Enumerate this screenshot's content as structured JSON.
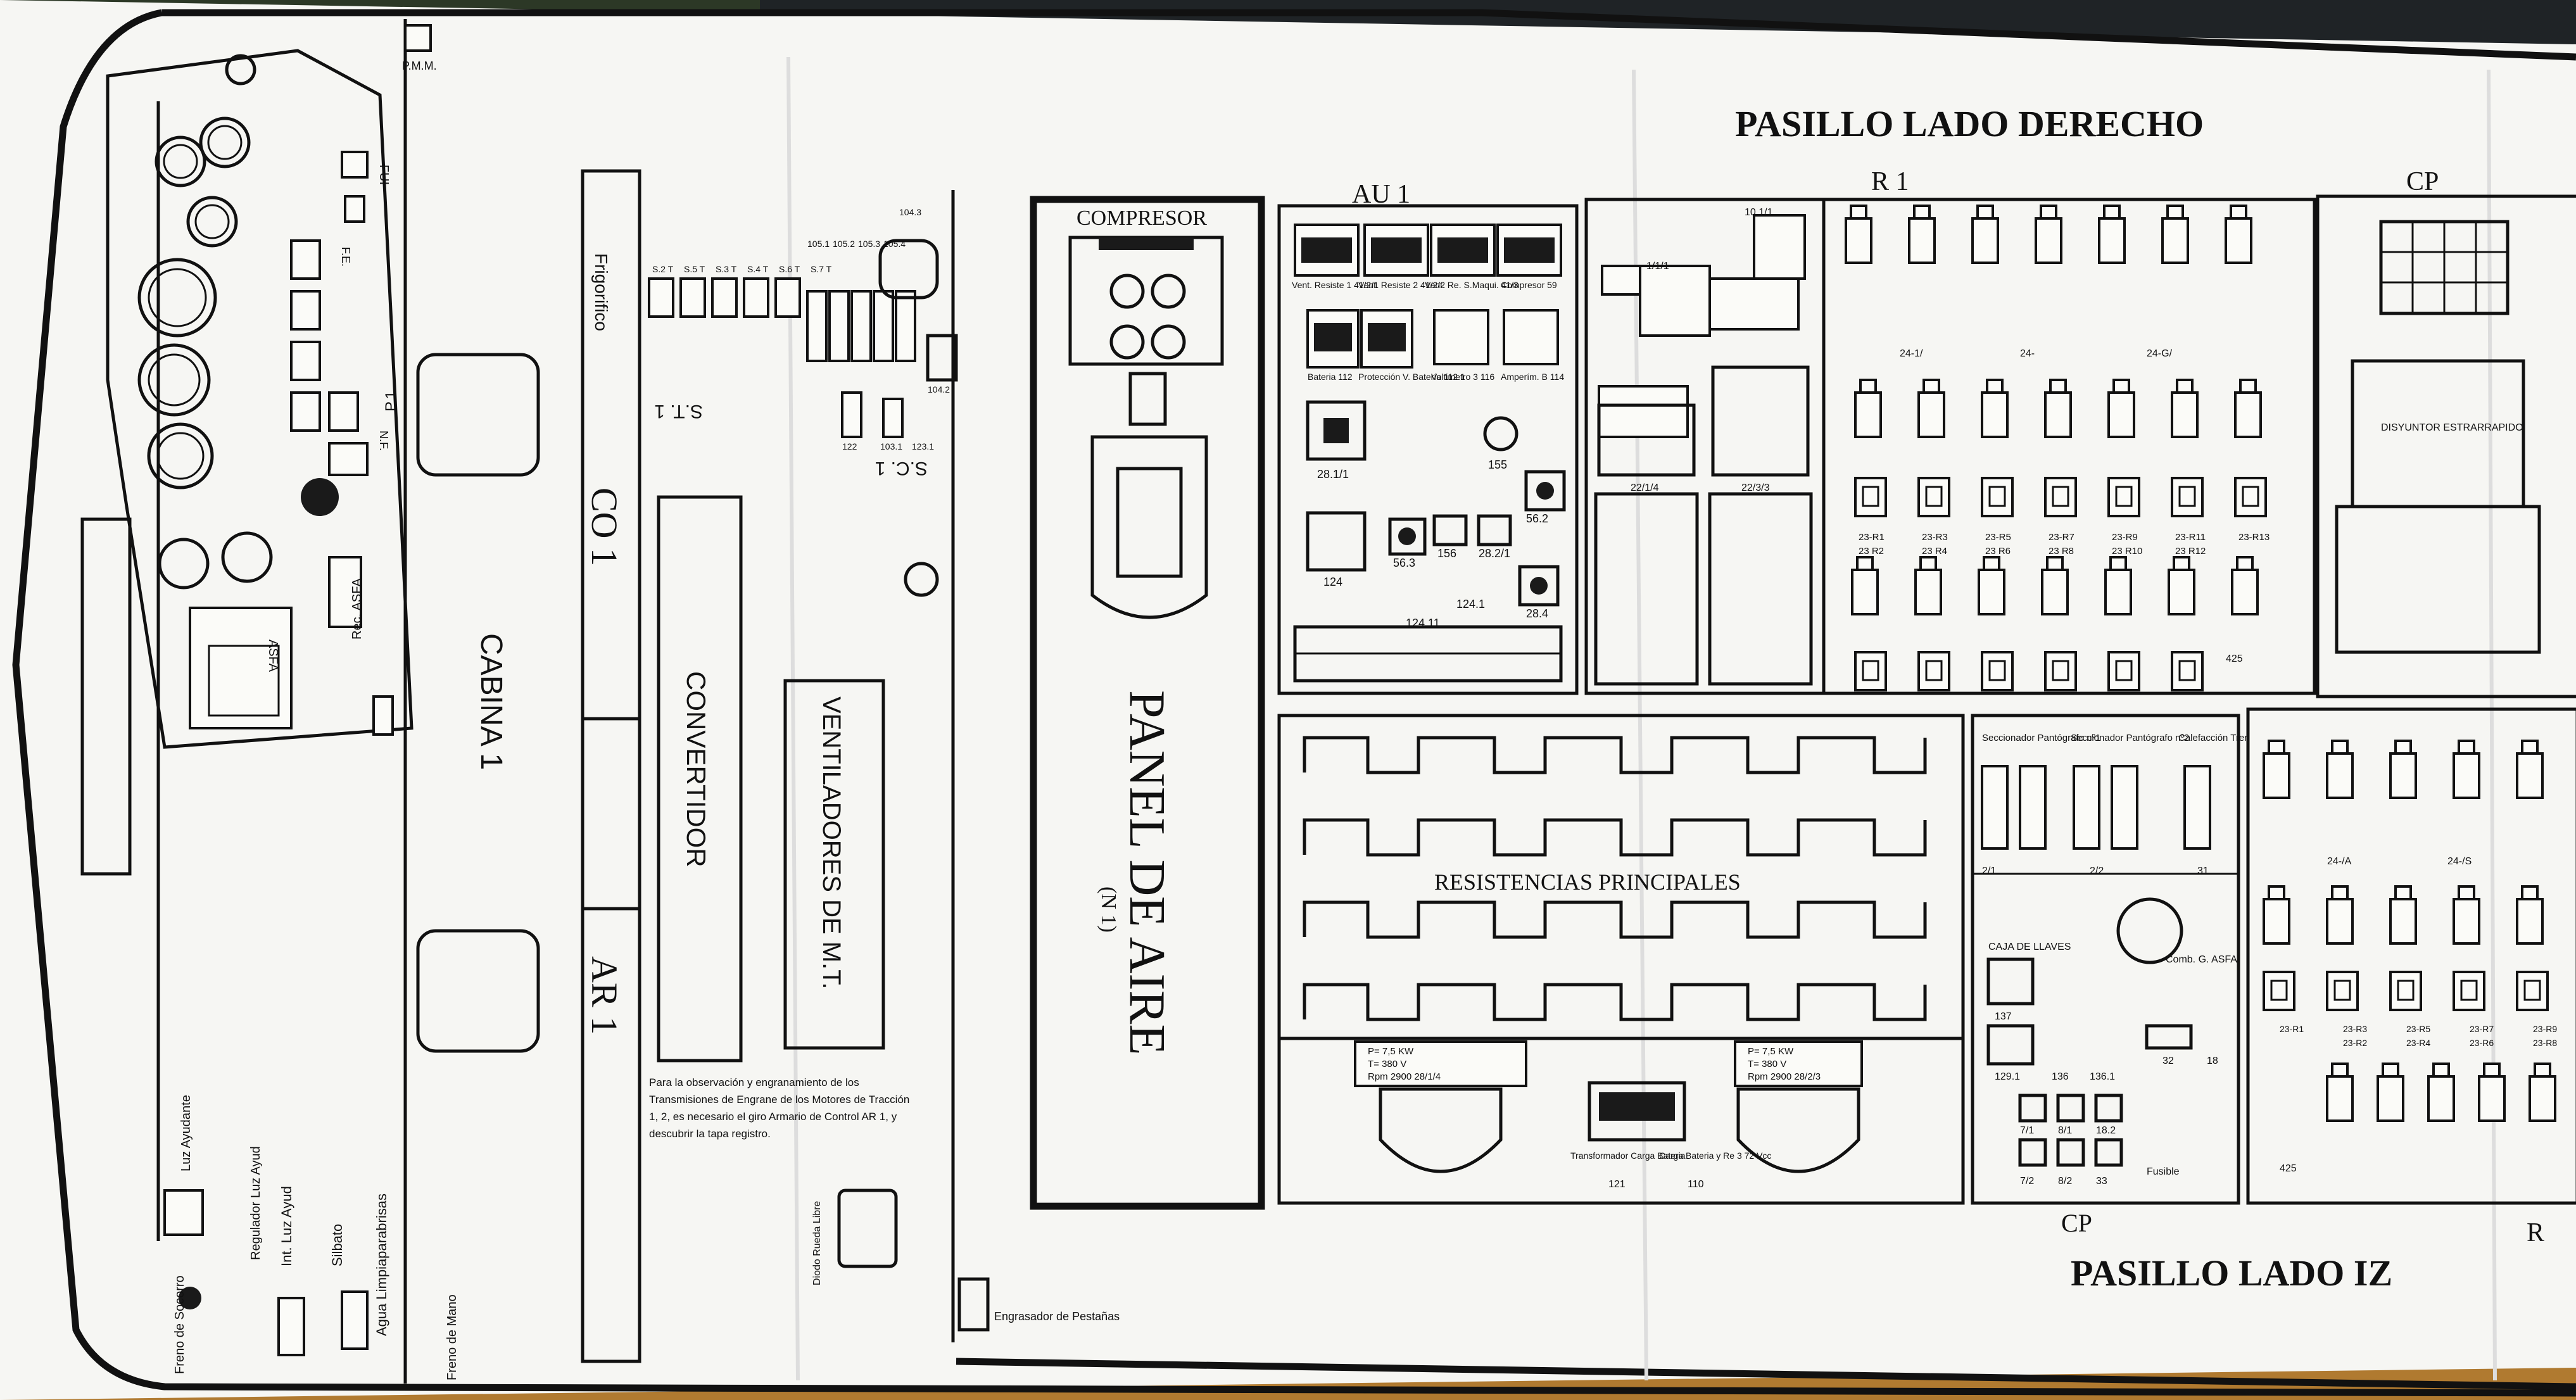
{
  "sheet_title_right": "PASILLO   LADO   DERECHO",
  "sheet_title_bottom": "PASILLO   LADO   IZ",
  "cabina": {
    "title": "CABINA  1",
    "pmm": "P.M.M.",
    "p1": "P.1",
    "frigorifico": "Frigorifico",
    "luz_ayudante": "Luz Ayudante",
    "regulador_luz": "Regulador Luz Ayud",
    "int_luz": "Int. Luz Ayud",
    "silbato": "Silbato",
    "freno_socorro": "Freno de Socorro",
    "agua": "Agua Limpiaparabrisas",
    "freno_mano": "Freno de Mano",
    "rec_asfa": "Rec. ASFA",
    "asfa": "ASFA",
    "fre_frequency_i": "FUI",
    "fe": "F.E.",
    "nf": "N.F."
  },
  "co1": "CO 1",
  "ar1": "AR 1",
  "convertidor": "CONVERTIDOR",
  "ventiladores": "VENTILADORES DE M.T.",
  "st1": "S.T. 1",
  "sc1": "S.C. 1",
  "note": [
    "Para la observación y engranamiento de los",
    "Transmisiones de Engrane de los Motores de Tracción",
    "1, 2, es necesario el giro Armario de Control AR 1, y",
    "descubrir la tapa registro."
  ],
  "diodo": "Diodo Rueda Libre",
  "engrasador": "Engrasador de Pestañas",
  "st_labels": [
    "S.2 T",
    "S.5 T",
    "S.3 T",
    "S.4 T",
    "S.6 T",
    "S.7 T"
  ],
  "fuse_labels": [
    "105.1",
    "105.2",
    "105.3",
    "105.4"
  ],
  "codes_sc": [
    "104.3",
    "104.2",
    "122",
    "103.1",
    "123.1"
  ],
  "compresor_title": "COMPRESOR",
  "panel_aire": "PANEL DE AIRE",
  "panel_aire_sub": "(N 1)",
  "au1": {
    "title": "AU 1",
    "switch_labels": [
      "Vent. Resiste 1\n41/2/1",
      "Vent. Resiste 2\n41/2/2",
      "Vent. Re. S.Maqui.\n41/3",
      "Compresor\n59"
    ],
    "row2": [
      "Bateria\n112",
      "Protección V. Batería\n112.1",
      "Voltimetro 3\n116",
      "Amperím. B\n114"
    ],
    "codes": [
      "28.1/1",
      "155",
      "56.2",
      "56.3",
      "156",
      "28.2/1",
      "124",
      "124.1",
      "28.4",
      "124.11"
    ]
  },
  "r1": {
    "title": "R 1",
    "codes_top": [
      "10.1/1",
      "1/1/1",
      "22/1/4",
      "22/3/3"
    ],
    "relay_labels": [
      "24-1/",
      "24-",
      "24-G/"
    ],
    "rows": [
      "23-R1",
      "23-R3",
      "23-R5",
      "23-R7",
      "23-R9",
      "23-R11",
      "23-R13"
    ],
    "rows2": [
      "23 R2",
      "23 R4",
      "23 R6",
      "23 R8",
      "23 R10",
      "23 R12"
    ],
    "code_425": "425"
  },
  "cp": {
    "title": "CP",
    "disyuntor": "DISYUNTOR ESTRARRAPIDO",
    "bottom_title": "CP",
    "r_title": "R",
    "seccionador1": "Seccionador Pantógrafo nº1",
    "seccionador2": "Seccionador Pantógrafo nº2",
    "calefaccion": "Calefacción Tren",
    "codes": [
      "2/1",
      "2/2",
      "31",
      "32",
      "18"
    ],
    "caja": "CAJA DE LLAVES",
    "comb": "Comb. G. ASFA",
    "nums": [
      "137",
      "129.1",
      "136",
      "136.1",
      "7/1",
      "8/1",
      "18.2",
      "7/2",
      "8/2",
      "33"
    ],
    "fusible": "Fusible",
    "relays2": [
      "24-/A",
      "24-/S"
    ],
    "rows_b": [
      "23-R1",
      "23-R3",
      "23-R5",
      "23-R7",
      "23-R9"
    ],
    "rows_b2": [
      "23-R2",
      "23-R4",
      "23-R6",
      "23-R8"
    ],
    "code_425": "425"
  },
  "resistencias": {
    "title": "RESISTENCIAS PRINCIPALES",
    "motor_left": [
      "P= 7,5 KW",
      "T= 380 V",
      "Rpm 2900  28/1/4"
    ],
    "motor_right": [
      "P= 7,5 KW",
      "T= 380 V",
      "Rpm 2900  28/2/3"
    ],
    "transformador": "Transformador Carga Bateria",
    "cargo": "Carga Bateria y Re 3 72 Vcc",
    "codes": [
      "121",
      "110"
    ]
  },
  "colors": {
    "paper": "#fbfbf8",
    "ink": "#111111",
    "background": "#2f3b1f"
  }
}
